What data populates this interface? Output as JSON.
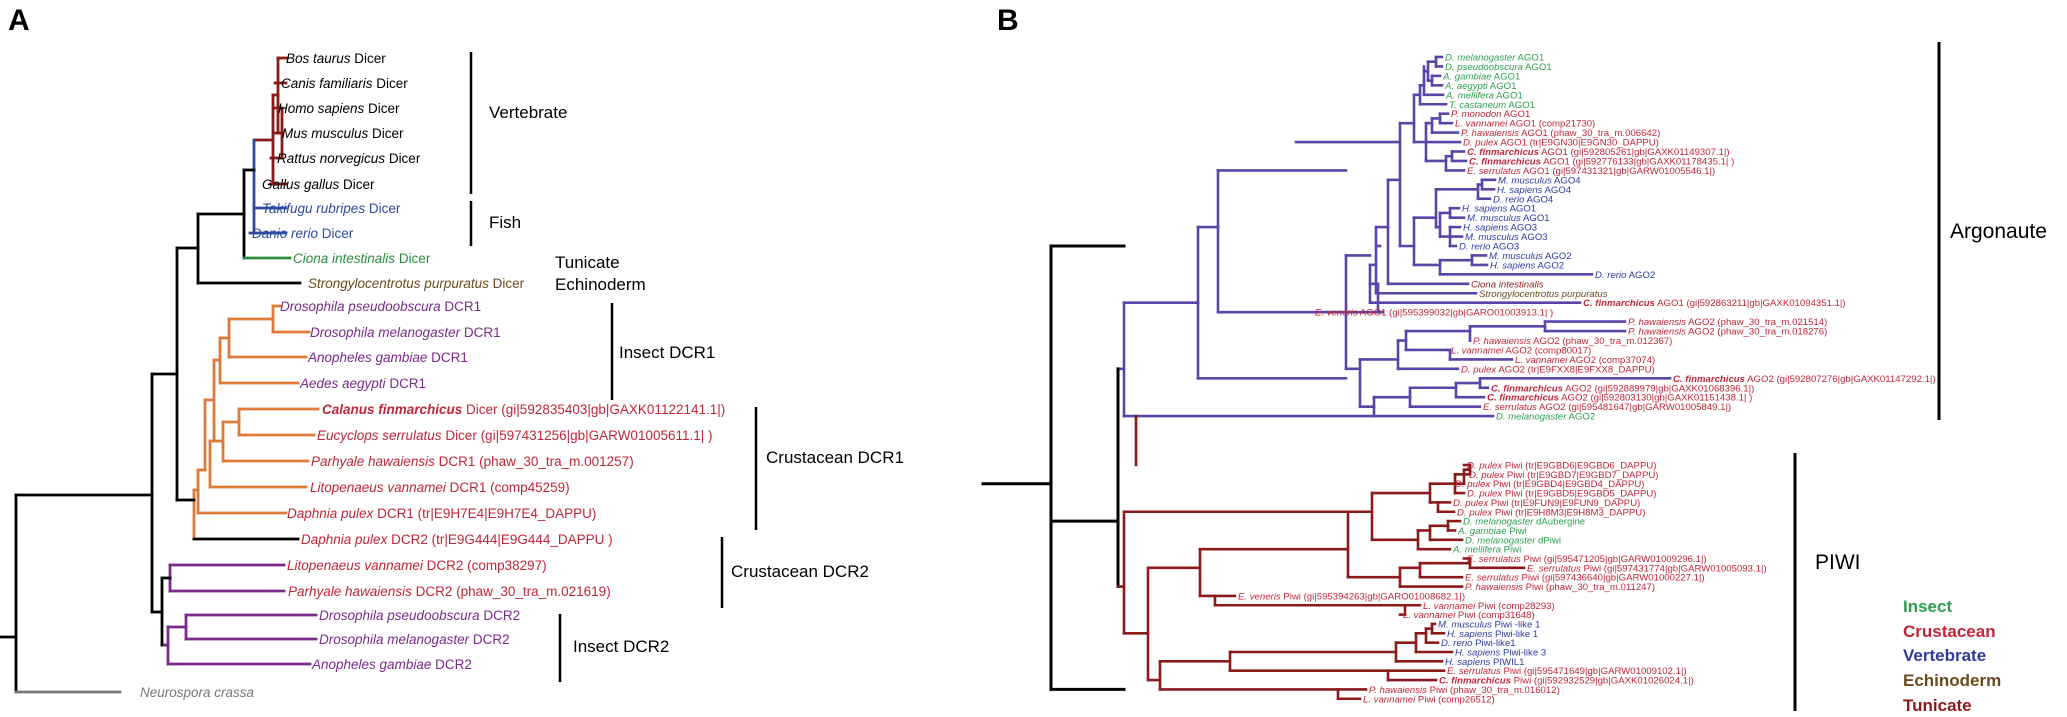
{
  "panels": {
    "a": "A",
    "b": "B"
  },
  "colors": {
    "vertebrate": "#8b1a1a",
    "fish": "#2e4a9e",
    "tunicate": "#2e8b3e",
    "echinoderm": "#6b4a1e",
    "insect_dcr1": "#e07a3a",
    "insect_dcr1_text": "#7a2a8a",
    "crustacean_text": "#c0263a",
    "dcr2_branch": "#7a2a8a",
    "neurospora": "#777777",
    "argonaute_branch": "#5a44a6",
    "piwi_branch": "#8b1a1a",
    "black": "#000000"
  },
  "tree_a": {
    "groups": {
      "vertebrate": "Vertebrate",
      "fish": "Fish",
      "tunicate": "Tunicate",
      "echinoderm": "Echinoderm",
      "insect_dcr1": "Insect DCR1",
      "crustacean_dcr1": "Crustacean DCR1",
      "crustacean_dcr2": "Crustacean DCR2",
      "insect_dcr2": "Insect DCR2"
    },
    "leaves": [
      {
        "species": "Bos taurus",
        "gene": " Dicer",
        "color": "#000000"
      },
      {
        "species": "Canis familiaris",
        "gene": " Dicer",
        "color": "#000000"
      },
      {
        "species": "Homo sapiens",
        "gene": " Dicer",
        "color": "#000000"
      },
      {
        "species": "Mus musculus",
        "gene": " Dicer",
        "color": "#000000"
      },
      {
        "species": "Rattus norvegicus",
        "gene": " Dicer",
        "color": "#000000"
      },
      {
        "species": "Gallus gallus",
        "gene": " Dicer",
        "color": "#000000"
      },
      {
        "species": "Takifugu rubripes",
        "gene": " Dicer",
        "color": "#2e4a9e"
      },
      {
        "species": "Danio rerio",
        "gene": " Dicer",
        "color": "#2e4a9e"
      },
      {
        "species": "Ciona intestinalis",
        "gene": " Dicer",
        "color": "#2e8b3e"
      },
      {
        "species": "Strongylocentrotus purpuratus",
        "gene": " Dicer",
        "color": "#6b4a1e"
      },
      {
        "species": "Drosophila pseudoobscura",
        "gene": " DCR1",
        "color": "#7a2a8a"
      },
      {
        "species": "Drosophila melanogaster",
        "gene": " DCR1",
        "color": "#7a2a8a"
      },
      {
        "species": "Anopheles gambiae",
        "gene": " DCR1",
        "color": "#7a2a8a"
      },
      {
        "species": "Aedes aegypti",
        "gene": " DCR1",
        "color": "#7a2a8a"
      },
      {
        "species": "Calanus finmarchicus",
        "gene": " Dicer (gi|592835403|gb|GAXK01122141.1|)",
        "color": "#c0263a",
        "bold": true
      },
      {
        "species": "Eucyclops serrulatus",
        "gene": " Dicer (gi|597431256|gb|GARW01005611.1| )",
        "color": "#c0263a"
      },
      {
        "species": "Parhyale hawaiensis",
        "gene": " DCR1 (phaw_30_tra_m.001257)",
        "color": "#c0263a"
      },
      {
        "species": "Litopenaeus vannamei",
        "gene": " DCR1 (comp45259)",
        "color": "#c0263a"
      },
      {
        "species": "Daphnia pulex",
        "gene": " DCR1 (tr|E9H7E4|E9H7E4_DAPPU)",
        "color": "#c0263a"
      },
      {
        "species": "Daphnia pulex",
        "gene": " DCR2 (tr|E9G444|E9G444_DAPPU )",
        "color": "#c0263a"
      },
      {
        "species": "Litopenaeus vannamei",
        "gene": " DCR2 (comp38297)",
        "color": "#c0263a"
      },
      {
        "species": "Parhyale hawaiensis",
        "gene": " DCR2 (phaw_30_tra_m.021619)",
        "color": "#c0263a"
      },
      {
        "species": "Drosophila pseudoobscura",
        "gene": " DCR2",
        "color": "#7a2a8a"
      },
      {
        "species": "Drosophila melanogaster",
        "gene": " DCR2",
        "color": "#7a2a8a"
      },
      {
        "species": "Anopheles gambiae",
        "gene": " DCR2",
        "color": "#7a2a8a"
      },
      {
        "species": "Neurospora crassa",
        "gene": "",
        "color": "#777777"
      }
    ]
  },
  "tree_b": {
    "groups": {
      "argonaute": "Argonaute",
      "piwi": "PIWI"
    },
    "legend": [
      {
        "label": "Insect",
        "color": "#2e9e4e"
      },
      {
        "label": "Crustacean",
        "color": "#c0263a"
      },
      {
        "label": "Vertebrate",
        "color": "#2e3a9e"
      },
      {
        "label": "Echinoderm",
        "color": "#6b4a1e"
      },
      {
        "label": "Tunicate",
        "color": "#8b1a1a"
      }
    ],
    "leaves": [
      {
        "species": "D. melanogaster",
        "gene": " AGO1",
        "color": "#2e9e4e"
      },
      {
        "species": "D. pseudoobscura",
        "gene": " AGO1",
        "color": "#2e9e4e"
      },
      {
        "species": "A. gambiae",
        "gene": " AGO1",
        "color": "#2e9e4e"
      },
      {
        "species": "A. aegypti",
        "gene": " AGO1",
        "color": "#2e9e4e"
      },
      {
        "species": "A. mellifera",
        "gene": " AGO1",
        "color": "#2e9e4e"
      },
      {
        "species": "T. castaneum",
        "gene": " AGO1",
        "color": "#2e9e4e"
      },
      {
        "species": "P. monodon",
        "gene": " AGO1",
        "color": "#c0263a"
      },
      {
        "species": "L. vannamei",
        "gene": " AGO1 (comp21730)",
        "color": "#c0263a"
      },
      {
        "species": "P. hawaiensis",
        "gene": " AGO1 (phaw_30_tra_m.006642)",
        "color": "#c0263a"
      },
      {
        "species": "D. pulex",
        "gene": " AGO1 (tr|E9GN30|E9GN30_DAPPU)",
        "color": "#c0263a"
      },
      {
        "species": "C. finmarchicus",
        "gene": " AGO1 (gi|592805261|gb|GAXK01149307.1|)",
        "color": "#c0263a",
        "bold": true
      },
      {
        "species": "C. finmarchicus",
        "gene": " AGO1 (gi|592776133|gb|GAXK01178435.1| )",
        "color": "#c0263a",
        "bold": true
      },
      {
        "species": "E. serrulatus",
        "gene": " AGO1 (gi|597431321|gb|GARW01005546.1|)",
        "color": "#c0263a"
      },
      {
        "species": "M. musculus",
        "gene": " AGO4",
        "color": "#2e3a9e"
      },
      {
        "species": "H. sapiens",
        "gene": " AGO4",
        "color": "#2e3a9e"
      },
      {
        "species": "D. rerio",
        "gene": " AGO4",
        "color": "#2e3a9e"
      },
      {
        "species": "H. sapiens",
        "gene": " AGO1",
        "color": "#2e3a9e"
      },
      {
        "species": "M. musculus",
        "gene": " AGO1",
        "color": "#2e3a9e"
      },
      {
        "species": "H. sapiens",
        "gene": " AGO3",
        "color": "#2e3a9e"
      },
      {
        "species": "M. musculus",
        "gene": " AGO3",
        "color": "#2e3a9e"
      },
      {
        "species": "D. rerio",
        "gene": " AGO3",
        "color": "#2e3a9e"
      },
      {
        "species": "M. musculus",
        "gene": " AGO2",
        "color": "#2e3a9e"
      },
      {
        "species": "H. sapiens",
        "gene": " AGO2",
        "color": "#2e3a9e"
      },
      {
        "species": "D. rerio",
        "gene": " AGO2",
        "color": "#2e3a9e"
      },
      {
        "species": "Ciona intestinalis",
        "gene": "",
        "color": "#8b1a1a"
      },
      {
        "species": "Strongylocentrotus purpuratus",
        "gene": "",
        "color": "#6b4a1e"
      },
      {
        "species": "C. finmarchicus",
        "gene": " AGO1 (gi|592863211|gb|GAXK01094351.1|)",
        "color": "#c0263a",
        "bold": true
      },
      {
        "species": "E. veneris",
        "gene": " AGO1 (gi|595399032|gb|GARO01003913.1| )",
        "color": "#c0263a"
      },
      {
        "species": "P. hawaiensis",
        "gene": " AGO2 (phaw_30_tra_m.021514)",
        "color": "#c0263a"
      },
      {
        "species": "P. hawaiensis",
        "gene": " AGO2 (phaw_30_tra_m.018276)",
        "color": "#c0263a"
      },
      {
        "species": "P. hawaiensis",
        "gene": " AGO2 (phaw_30_tra_m.012367)",
        "color": "#c0263a"
      },
      {
        "species": "L. vannamei",
        "gene": " AGO2 (comp80017)",
        "color": "#c0263a"
      },
      {
        "species": "L. vannamei",
        "gene": " AGO2 (comp37074)",
        "color": "#c0263a"
      },
      {
        "species": "D. pulex",
        "gene": " AGO2 (tr|E9FXX8|E9FXX8_DAPPU)",
        "color": "#c0263a"
      },
      {
        "species": "C. finmarchicus",
        "gene": " AGO2 (gi|592807276|gb|GAXK01147292.1|)",
        "color": "#c0263a",
        "bold": true
      },
      {
        "species": "C. finmarchicus",
        "gene": " AGO2 (gi|592889979|gb|GAXK01068396.1|)",
        "color": "#c0263a",
        "bold": true
      },
      {
        "species": "C. finmarchicus",
        "gene": " AGO2 (gi|592803130|gb|GAXK01151438.1| )",
        "color": "#c0263a",
        "bold": true
      },
      {
        "species": "E. serrulatus",
        "gene": " AGO2 (gi|595481647|gb|GARW01005849.1|)",
        "color": "#c0263a"
      },
      {
        "species": "D. melanogaster",
        "gene": " AGO2",
        "color": "#2e9e4e"
      },
      {
        "species": "D. pulex",
        "gene": " Piwi (tr|E9GBD6|E9GBD6_DAPPU)",
        "color": "#c0263a"
      },
      {
        "species": "D. pulex",
        "gene": " Piwi (tr|E9GBD7|E9GBD7_DAPPU)",
        "color": "#c0263a"
      },
      {
        "species": "D. pulex",
        "gene": " Piwi (tr|E9GBD4|E9GBD4_DAPPU)",
        "color": "#c0263a"
      },
      {
        "species": "D. pulex",
        "gene": " Piwi (tr|E9GBD5|E9GBD5_DAPPU)",
        "color": "#c0263a"
      },
      {
        "species": "D. pulex",
        "gene": " Piwi (tr|E9FUN9|E9FUN9_DAPPU)",
        "color": "#c0263a"
      },
      {
        "species": "D. pulex",
        "gene": " Piwi (tr|E9H8M3|E9H8M3_DAPPU)",
        "color": "#c0263a"
      },
      {
        "species": "D. melanogaster",
        "gene": " dAubergine",
        "color": "#2e9e4e"
      },
      {
        "species": "A. gambiae",
        "gene": " Piwi",
        "color": "#2e9e4e"
      },
      {
        "species": "D. melanogaster",
        "gene": " dPiwi",
        "color": "#2e9e4e"
      },
      {
        "species": "A. mellifera",
        "gene": " Piwi",
        "color": "#2e9e4e"
      },
      {
        "species": "E. serrulatus",
        "gene": " Piwi (gi|595471205|gb|GARW01009296.1|)",
        "color": "#c0263a"
      },
      {
        "species": "E. serrulatus",
        "gene": " Piwi (gi|597431774|gb|GARW01005093.1|)",
        "color": "#c0263a"
      },
      {
        "species": "E. serrulatus",
        "gene": " Piwi (gi|597436640|gb|GARW01000227.1|)",
        "color": "#c0263a"
      },
      {
        "species": "P. hawaiensis",
        "gene": " Piwi (phaw_30_tra_m.011247)",
        "color": "#c0263a"
      },
      {
        "species": "E. veneris",
        "gene": " Piwi (gi|595394263|gb|GARO01008682.1|)",
        "color": "#c0263a"
      },
      {
        "species": "L. vannamei",
        "gene": " Piwi (comp28293)",
        "color": "#c0263a"
      },
      {
        "species": "L. vannamei",
        "gene": " Piwi (comp31648)",
        "color": "#c0263a"
      },
      {
        "species": "M. musculus",
        "gene": " Piwi -like 1",
        "color": "#2e3a9e"
      },
      {
        "species": "H. sapiens",
        "gene": " Piwi-like 1",
        "color": "#2e3a9e"
      },
      {
        "species": "D. rerio",
        "gene": " Piwi-like1",
        "color": "#2e3a9e"
      },
      {
        "species": "H. sapiens",
        "gene": " Piwi-like 3",
        "color": "#2e3a9e"
      },
      {
        "species": "H. sapiens",
        "gene": " PIWIL1",
        "color": "#2e3a9e"
      },
      {
        "species": "E. serrulatus",
        "gene": " Piwi (gi|595471649|gb|GARW01009102.1|)",
        "color": "#c0263a"
      },
      {
        "species": "C. finmarchicus",
        "gene": " Piwi (gi|592932529|gb|GAXK01026024.1|)",
        "color": "#c0263a",
        "bold": true
      },
      {
        "species": "P. hawaiensis",
        "gene": " Piwi (phaw_30_tra_m.016012)",
        "color": "#c0263a"
      },
      {
        "species": "L. vannamei",
        "gene": " Piwi (comp26512)",
        "color": "#c0263a"
      }
    ]
  }
}
